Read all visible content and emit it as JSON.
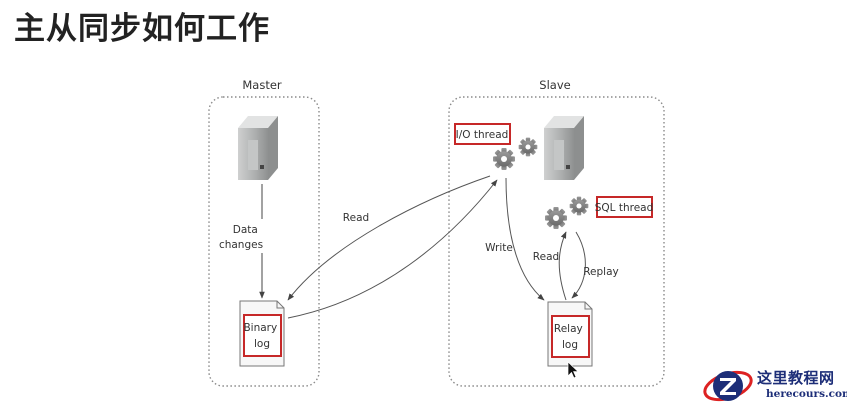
{
  "title": "主从同步如何工作",
  "diagram": {
    "master": {
      "label": "Master",
      "data_changes": [
        "Data",
        "changes"
      ],
      "binary_log": [
        "Binary",
        "log"
      ]
    },
    "slave": {
      "label": "Slave",
      "io_thread": "I/O thread",
      "sql_thread": "SQL thread",
      "relay_log": [
        "Relay",
        "log"
      ]
    },
    "edges": {
      "read_master": "Read",
      "write": "Write",
      "read_slave": "Read",
      "replay": "Replay"
    },
    "highlight_color": "#c62828"
  },
  "watermark": {
    "name": "这里教程网",
    "url": "herecours.com",
    "colors": {
      "navy": "#1d2e78",
      "red": "#d22"
    }
  }
}
